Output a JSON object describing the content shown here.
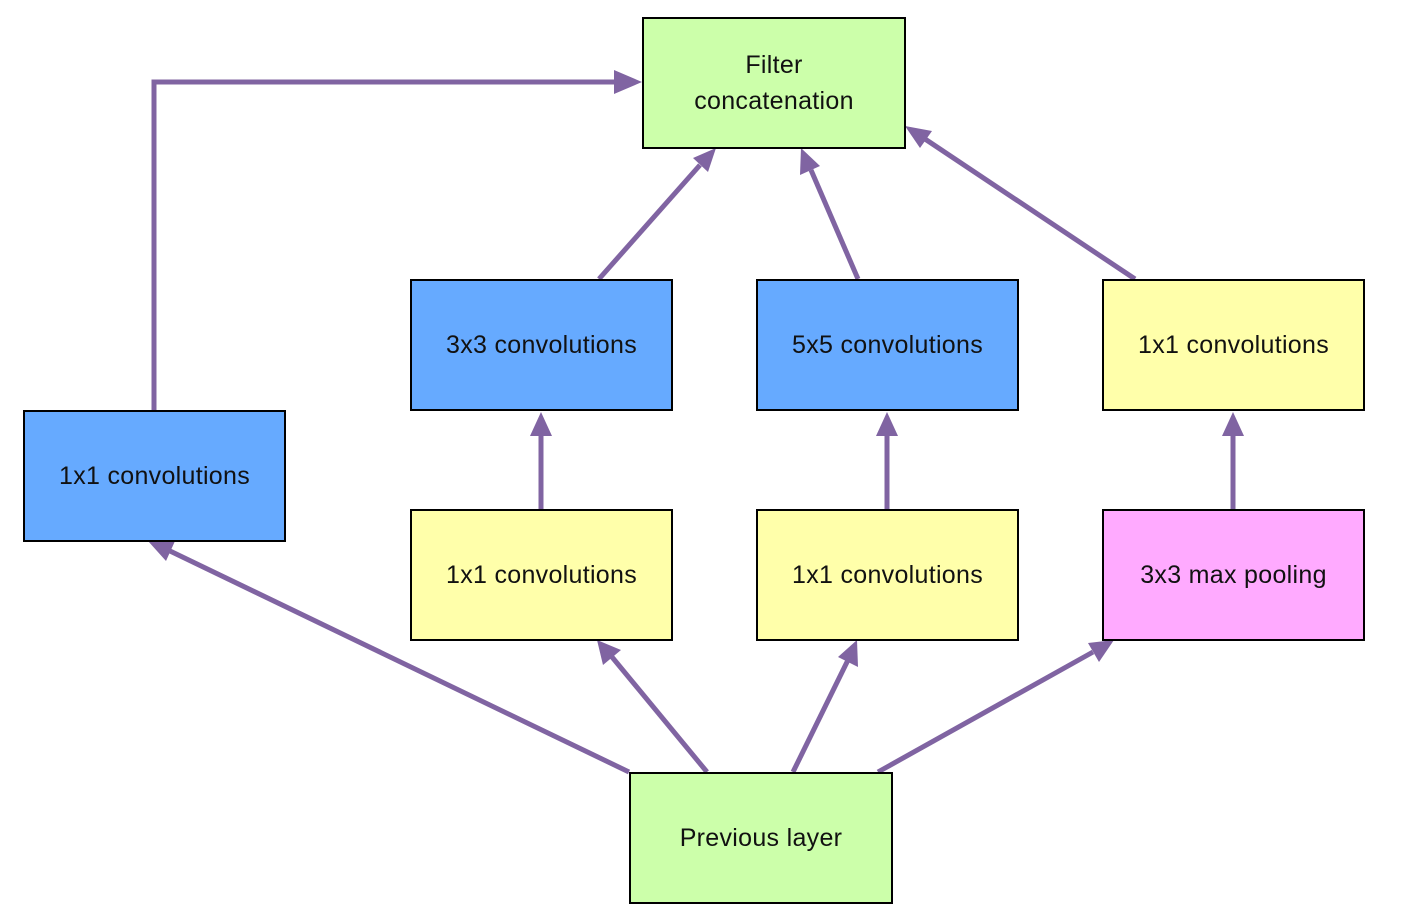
{
  "colors": {
    "green_box": "#ccffaa",
    "blue_box": "#66aaff",
    "yellow_box": "#ffffaa",
    "pink_box": "#ffaaff",
    "arrow": "#8064a2",
    "border": "#000000"
  },
  "nodes": {
    "filter_concat": {
      "label": "Filter\nconcatenation",
      "color": "green_box"
    },
    "conv3x3": {
      "label": "3x3 convolutions",
      "color": "blue_box"
    },
    "conv5x5": {
      "label": "5x5 convolutions",
      "color": "blue_box"
    },
    "pool_proj": {
      "label": "1x1 convolutions",
      "color": "yellow_box"
    },
    "conv1x1_direct": {
      "label": "1x1 convolutions",
      "color": "blue_box"
    },
    "reduce_3x3": {
      "label": "1x1 convolutions",
      "color": "yellow_box"
    },
    "reduce_5x5": {
      "label": "1x1 convolutions",
      "color": "yellow_box"
    },
    "max_pool": {
      "label": "3x3 max pooling",
      "color": "pink_box"
    },
    "previous_layer": {
      "label": "Previous layer",
      "color": "green_box"
    }
  },
  "edges": [
    {
      "from": "previous_layer",
      "to": "conv1x1_direct"
    },
    {
      "from": "previous_layer",
      "to": "reduce_3x3"
    },
    {
      "from": "previous_layer",
      "to": "reduce_5x5"
    },
    {
      "from": "previous_layer",
      "to": "max_pool"
    },
    {
      "from": "reduce_3x3",
      "to": "conv3x3"
    },
    {
      "from": "reduce_5x5",
      "to": "conv5x5"
    },
    {
      "from": "max_pool",
      "to": "pool_proj"
    },
    {
      "from": "conv1x1_direct",
      "to": "filter_concat"
    },
    {
      "from": "conv3x3",
      "to": "filter_concat"
    },
    {
      "from": "conv5x5",
      "to": "filter_concat"
    },
    {
      "from": "pool_proj",
      "to": "filter_concat"
    }
  ]
}
